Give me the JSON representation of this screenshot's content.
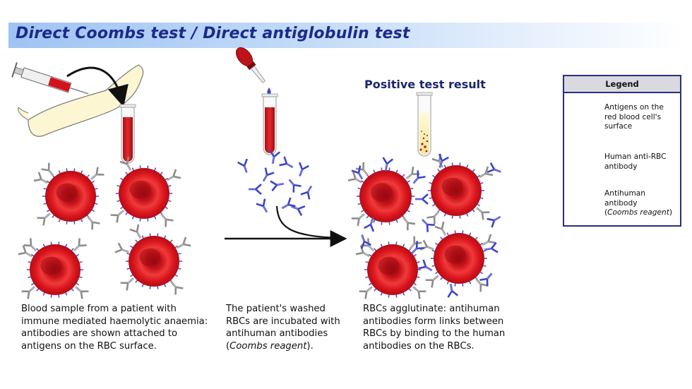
{
  "title": "Direct Coombs test / Direct antiglobulin test",
  "result_label": "Positive test result",
  "captions": {
    "step1": [
      "Blood sample from a patient with",
      "immune mediated haemolytic anaemia:",
      "antibodies are shown attached to",
      "antigens on the RBC surface."
    ],
    "step2": {
      "l1": "The patient's washed",
      "l2": "RBCs are incubated with",
      "l3": "antihuman antibodies",
      "l4_open": "(",
      "l4_italic": "Coombs reagent",
      "l4_close": ")."
    },
    "step3": [
      "RBCs agglutinate: antihuman",
      "antibodies form links between",
      "RBCs by binding to the human",
      "antibodies on the RBCs."
    ]
  },
  "legend": {
    "title": "Legend",
    "antigen_lines": [
      "Antigens on the",
      "red blood cell's",
      "surface"
    ],
    "human_ab_lines": [
      "Human anti-RBC",
      "antibody"
    ],
    "antihuman_lines": [
      "Antihuman",
      "antibody"
    ],
    "antihuman_italic": "Coombs reagent"
  },
  "colors": {
    "banner_text": "#1b2a8a",
    "rbc": "#d3121b",
    "human_antibody": "#8c8c8c",
    "antihuman_antibody": "#3b45c9",
    "antigen": "#4a54d8",
    "legend_border": "#2a2f7a"
  },
  "icons": [
    "syringe-icon",
    "arm-icon",
    "test-tube-icon",
    "dropper-icon",
    "arrow-icon"
  ]
}
